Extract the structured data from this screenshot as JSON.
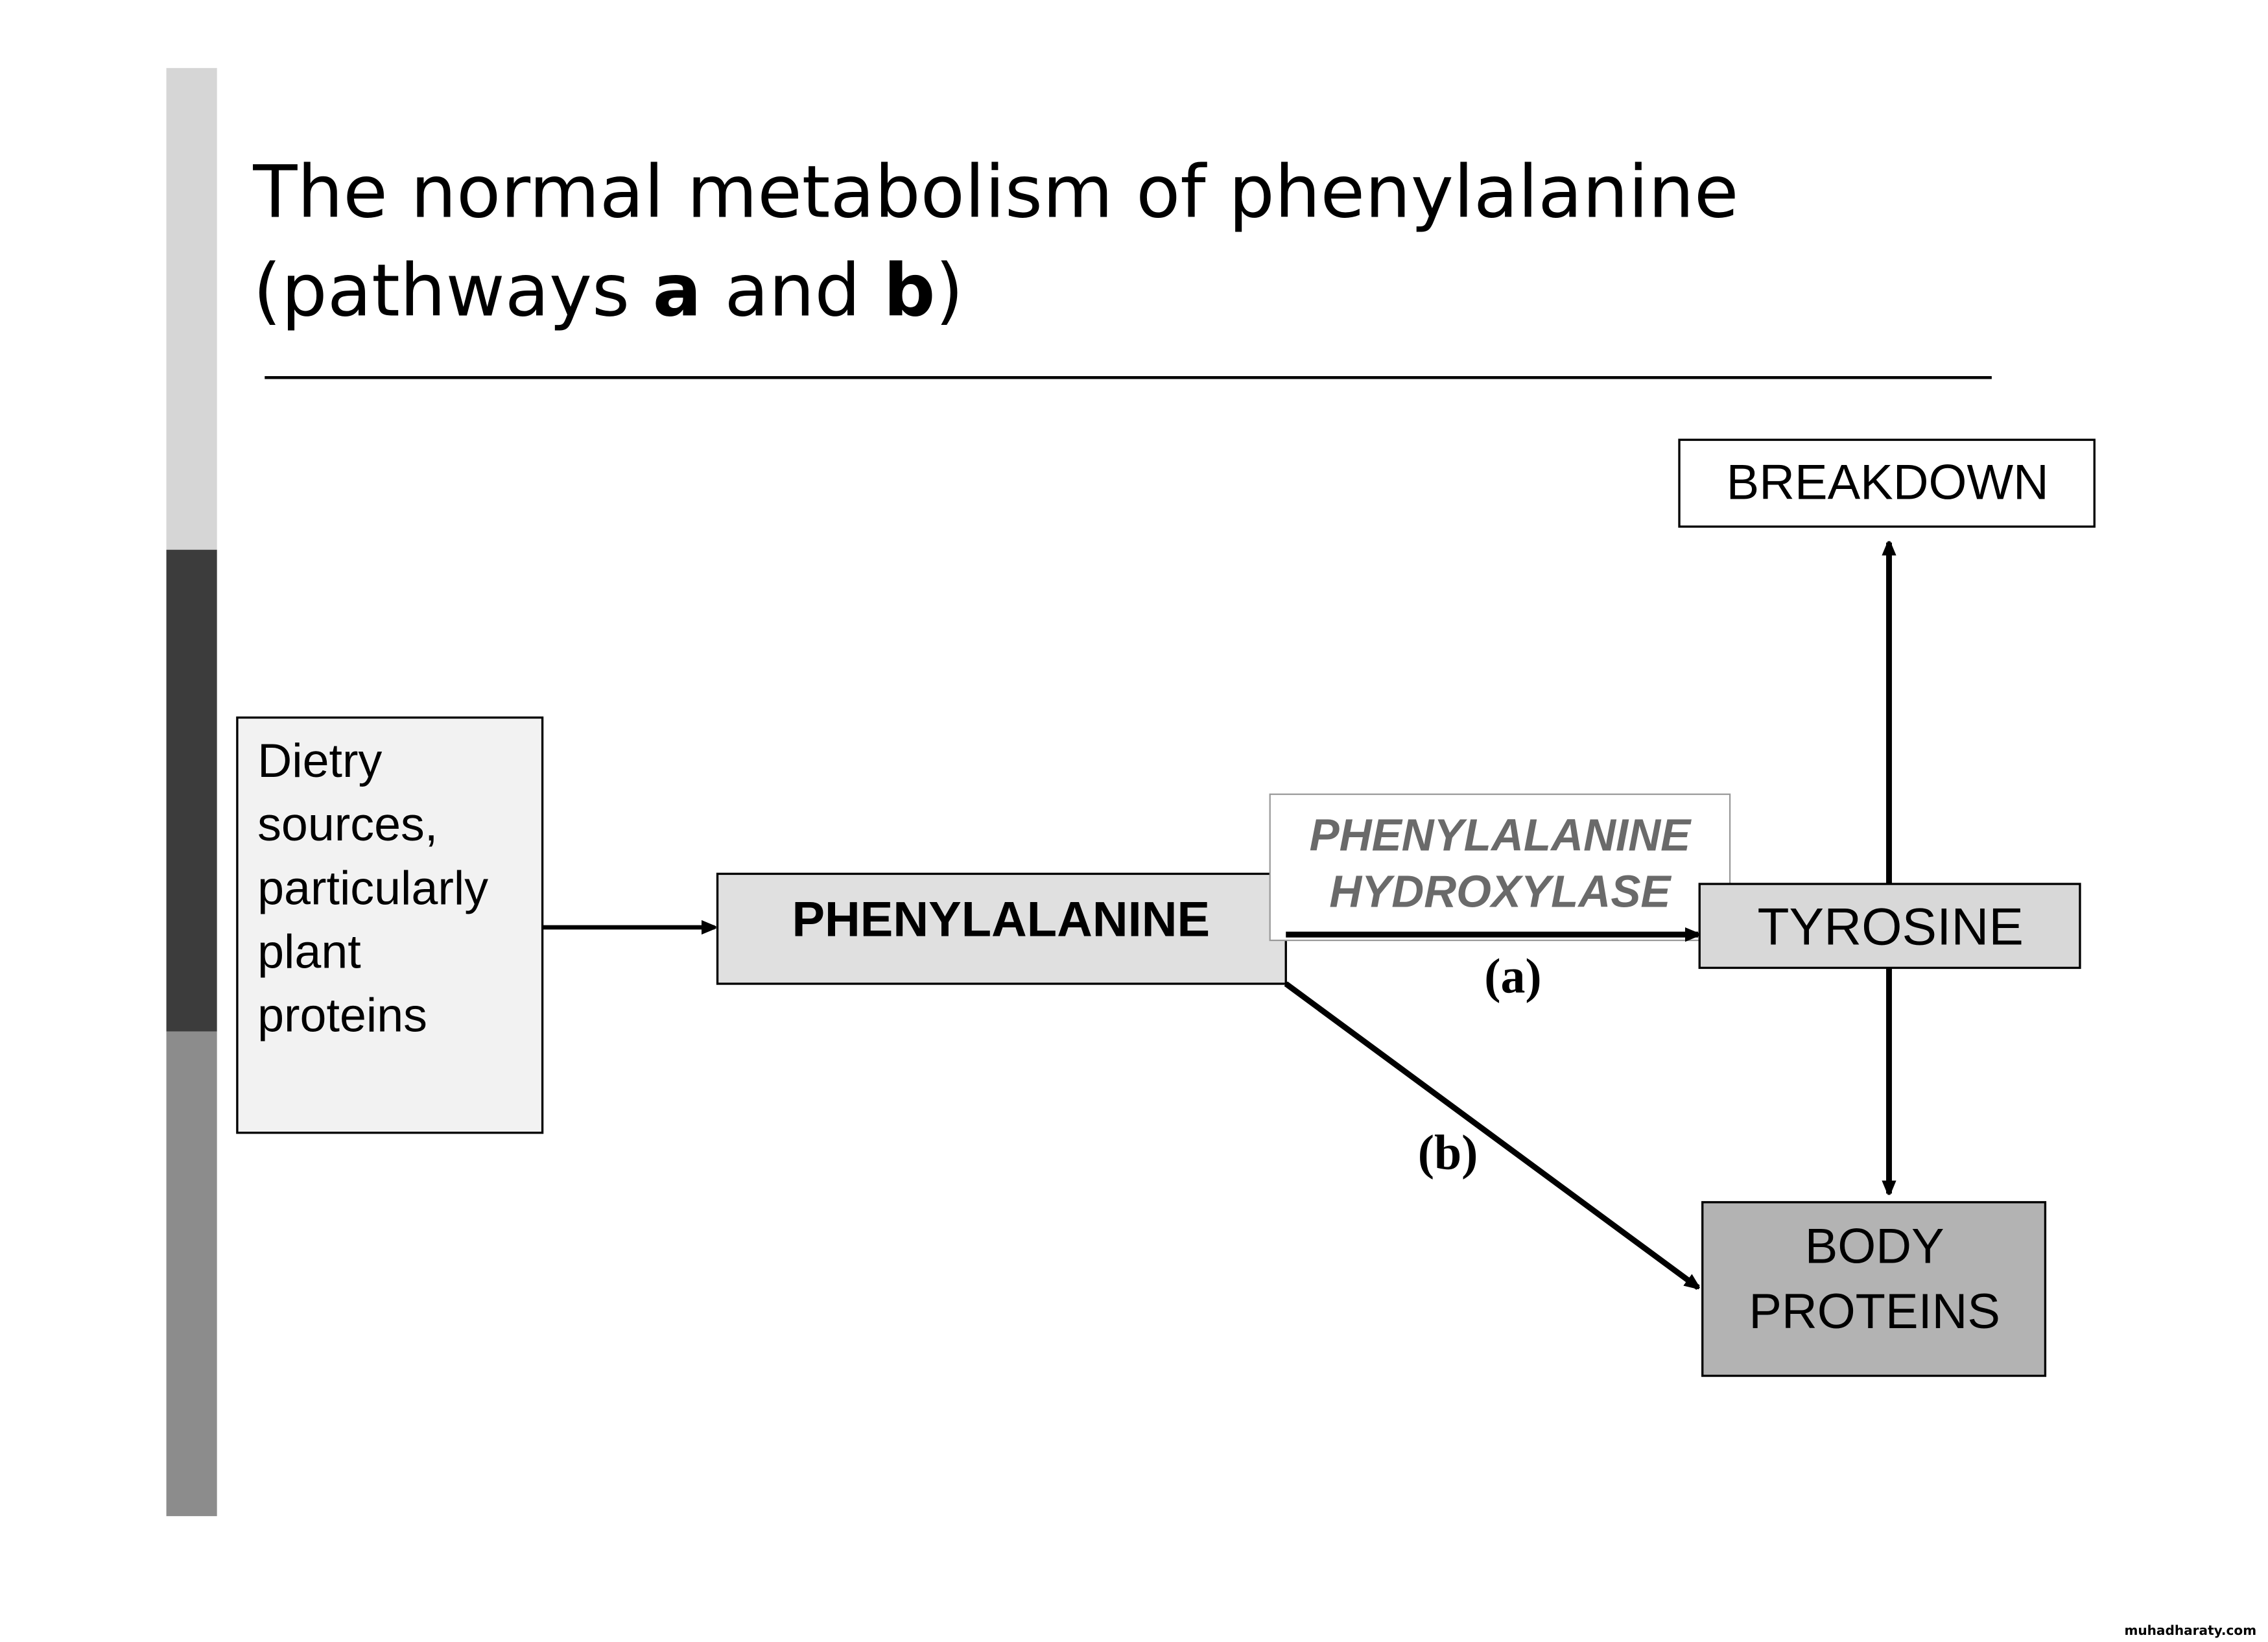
{
  "title": {
    "line1": "The normal metabolism of phenylalanine",
    "line2_prefix": "(pathways ",
    "line2_a": "a",
    "line2_mid": " and ",
    "line2_b": "b",
    "line2_suffix": ")"
  },
  "nodes": {
    "breakdown": "BREAKDOWN",
    "dietary": [
      "Dietry",
      "sources,",
      "particularly",
      "plant",
      "proteins"
    ],
    "phenylalanine": "PHENYLALANINE",
    "enzyme": [
      "PHENYLALANINE",
      "HYDROXYLASE"
    ],
    "tyrosine": "TYROSINE",
    "body_proteins": [
      "BODY",
      "PROTEINS"
    ]
  },
  "labels": {
    "pathway_a": "(a)",
    "pathway_b": "(b)"
  },
  "watermark": "muhadharaty.com",
  "colors": {
    "bar_light": "#d6d6d6",
    "bar_dark": "#3c3c3c",
    "bar_mid": "#8c8c8c",
    "enzyme_text": "#6a6a6a"
  }
}
